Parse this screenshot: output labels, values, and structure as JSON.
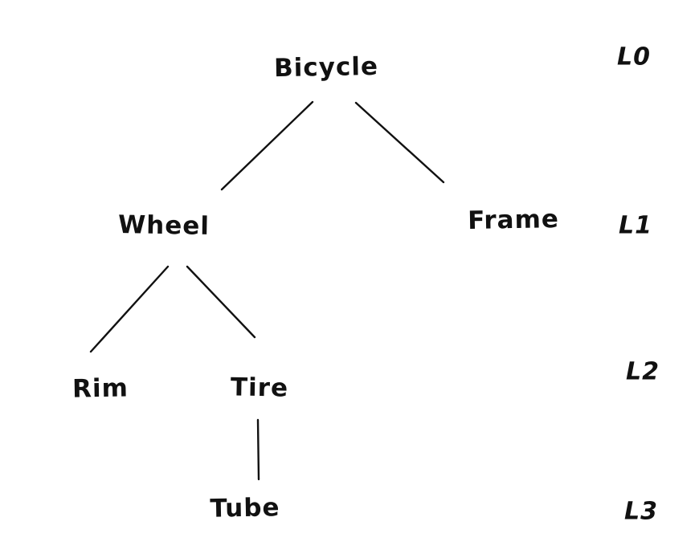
{
  "diagram": {
    "type": "tree",
    "style": "hand-drawn",
    "background_color": "#ffffff",
    "ink_color": "#111111",
    "nodes": [
      {
        "id": "bicycle",
        "label": "Bicycle",
        "level": 0,
        "parent": null
      },
      {
        "id": "wheel",
        "label": "Wheel",
        "level": 1,
        "parent": "bicycle"
      },
      {
        "id": "frame",
        "label": "Frame",
        "level": 1,
        "parent": "bicycle"
      },
      {
        "id": "rim",
        "label": "Rim",
        "level": 2,
        "parent": "wheel"
      },
      {
        "id": "tire",
        "label": "Tire",
        "level": 2,
        "parent": "wheel"
      },
      {
        "id": "tube",
        "label": "Tube",
        "level": 3,
        "parent": "tire"
      }
    ],
    "edges": [
      {
        "from": "bicycle",
        "to": "wheel"
      },
      {
        "from": "bicycle",
        "to": "frame"
      },
      {
        "from": "wheel",
        "to": "rim"
      },
      {
        "from": "wheel",
        "to": "tire"
      },
      {
        "from": "tire",
        "to": "tube"
      }
    ],
    "level_labels": [
      {
        "label": "L0",
        "level": 0
      },
      {
        "label": "L1",
        "level": 1
      },
      {
        "label": "L2",
        "level": 2
      },
      {
        "label": "L3",
        "level": 3
      }
    ]
  }
}
